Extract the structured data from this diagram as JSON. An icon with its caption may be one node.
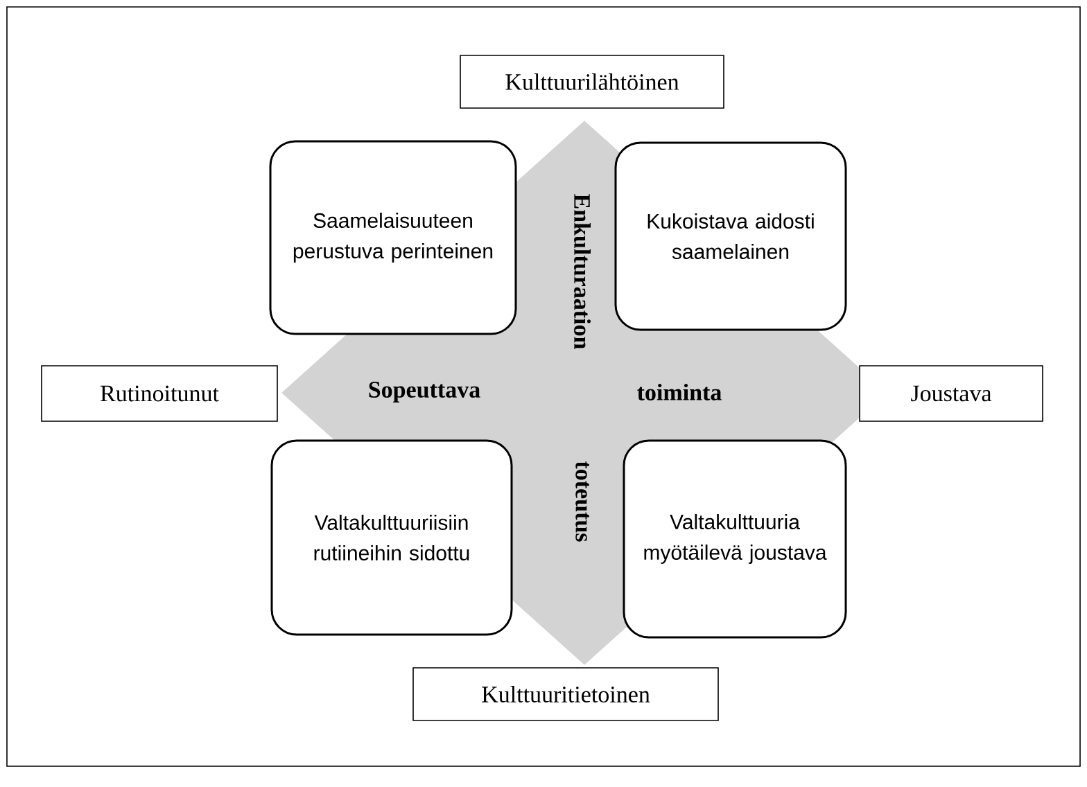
{
  "diagram": {
    "nodes": [
      {
        "text": [
          "Kulttuurilähtöinen"
        ]
      },
      {
        "text": [
          "Enkulturaation",
          "Sopeuttava",
          "toiminta",
          "toteutus"
        ]
      },
      {
        "text": [
          "Saamelaisuuteen perustuva perinteinen"
        ]
      },
      {
        "text": [
          "Kukoistava aidosti saamelainen"
        ]
      },
      {
        "text": [
          "Rutinoitunut"
        ]
      },
      {
        "text": [
          "Joustava"
        ]
      },
      {
        "text": [
          "Valtakulttuuriisiin rutiineihin sidottu"
        ]
      },
      {
        "text": [
          "Valtakulttuuria myötäilevä joustava"
        ]
      },
      {
        "text": [
          "Kulttuuritietoinen"
        ]
      }
    ]
  }
}
